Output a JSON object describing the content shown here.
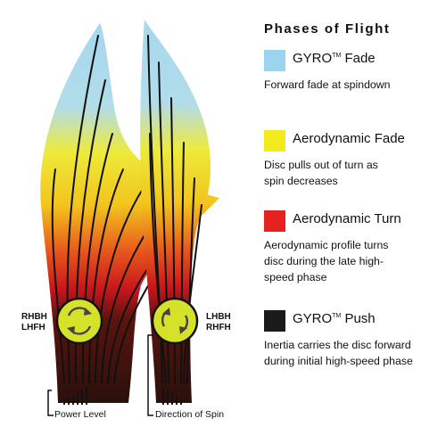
{
  "legend": {
    "title": "Phases of Flight",
    "trademark": "TM",
    "items": [
      {
        "label_pre": "GYRO",
        "label_tm": true,
        "label_post": " Fade",
        "description": "Forward fade at spindown",
        "color": "#9ad4ee"
      },
      {
        "label_pre": "Aerodynamic Fade",
        "label_tm": false,
        "label_post": "",
        "description": "Disc pulls out of turn as spin decreases",
        "color": "#f2ea1c"
      },
      {
        "label_pre": "Aerodynamic Turn",
        "label_tm": false,
        "label_post": "",
        "description": "Aerodynamic profile turns disc during the late high-speed phase",
        "color": "#e42320"
      },
      {
        "label_pre": "GYRO",
        "label_tm": true,
        "label_post": " Push",
        "description": "Inertia carries the disc forward during initial high-speed phase",
        "color": "#1a1a1a"
      }
    ]
  },
  "left_path": {
    "side_line1": "RHBH",
    "side_line2": "LHFH"
  },
  "right_path": {
    "side_line1": "LHBH",
    "side_line2": "RHFH"
  },
  "captions": {
    "power_level": "Power Level",
    "direction_of_spin": "Direction of Spin"
  },
  "colors": {
    "fade_blue": "#9ad4ee",
    "fade_yellow": "#f2ea1c",
    "turn_orange": "#e8581c",
    "turn_red": "#c8161c",
    "push_dark": "#2a100c",
    "spin_disc": "#d6e22a"
  }
}
